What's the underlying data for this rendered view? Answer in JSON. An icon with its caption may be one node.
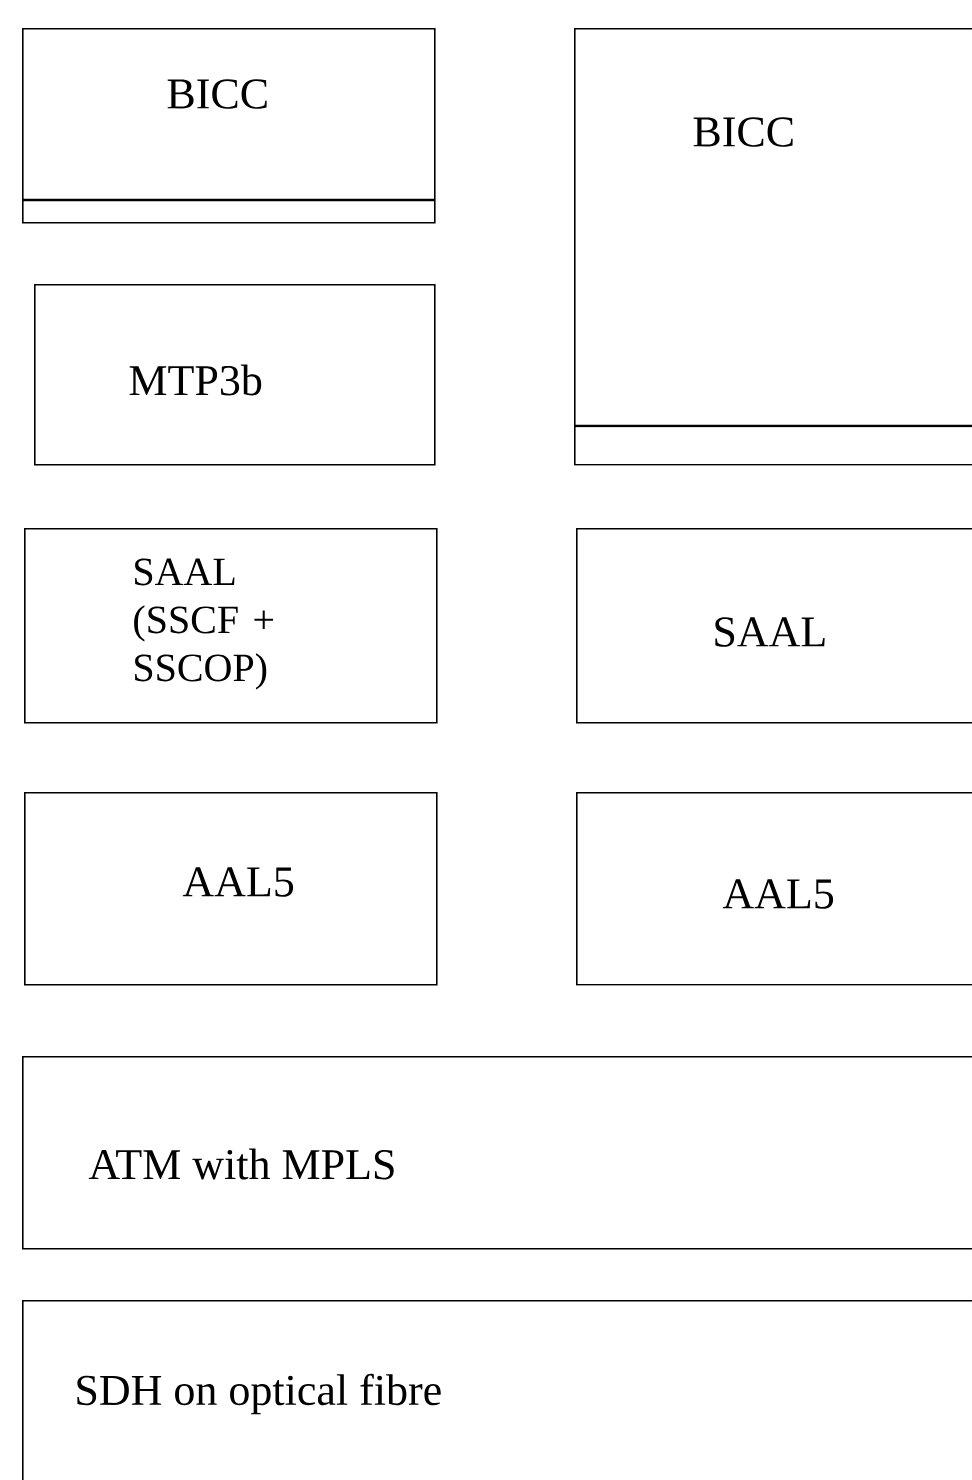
{
  "diagram": {
    "nodes": [
      {
        "text": [
          "BICC"
        ]
      },
      {
        "text": [
          "MTP3b"
        ]
      },
      {
        "text": [
          "BICC"
        ]
      },
      {
        "text": [
          "SAAL (SSCF + SSCOP)"
        ]
      },
      {
        "text": [
          "SAAL"
        ]
      },
      {
        "text": [
          "AAL5"
        ]
      },
      {
        "text": [
          "AAL5"
        ]
      },
      {
        "text": [
          "ATM with MPLS"
        ]
      },
      {
        "text": [
          "SDH on optical fibre"
        ]
      }
    ]
  }
}
